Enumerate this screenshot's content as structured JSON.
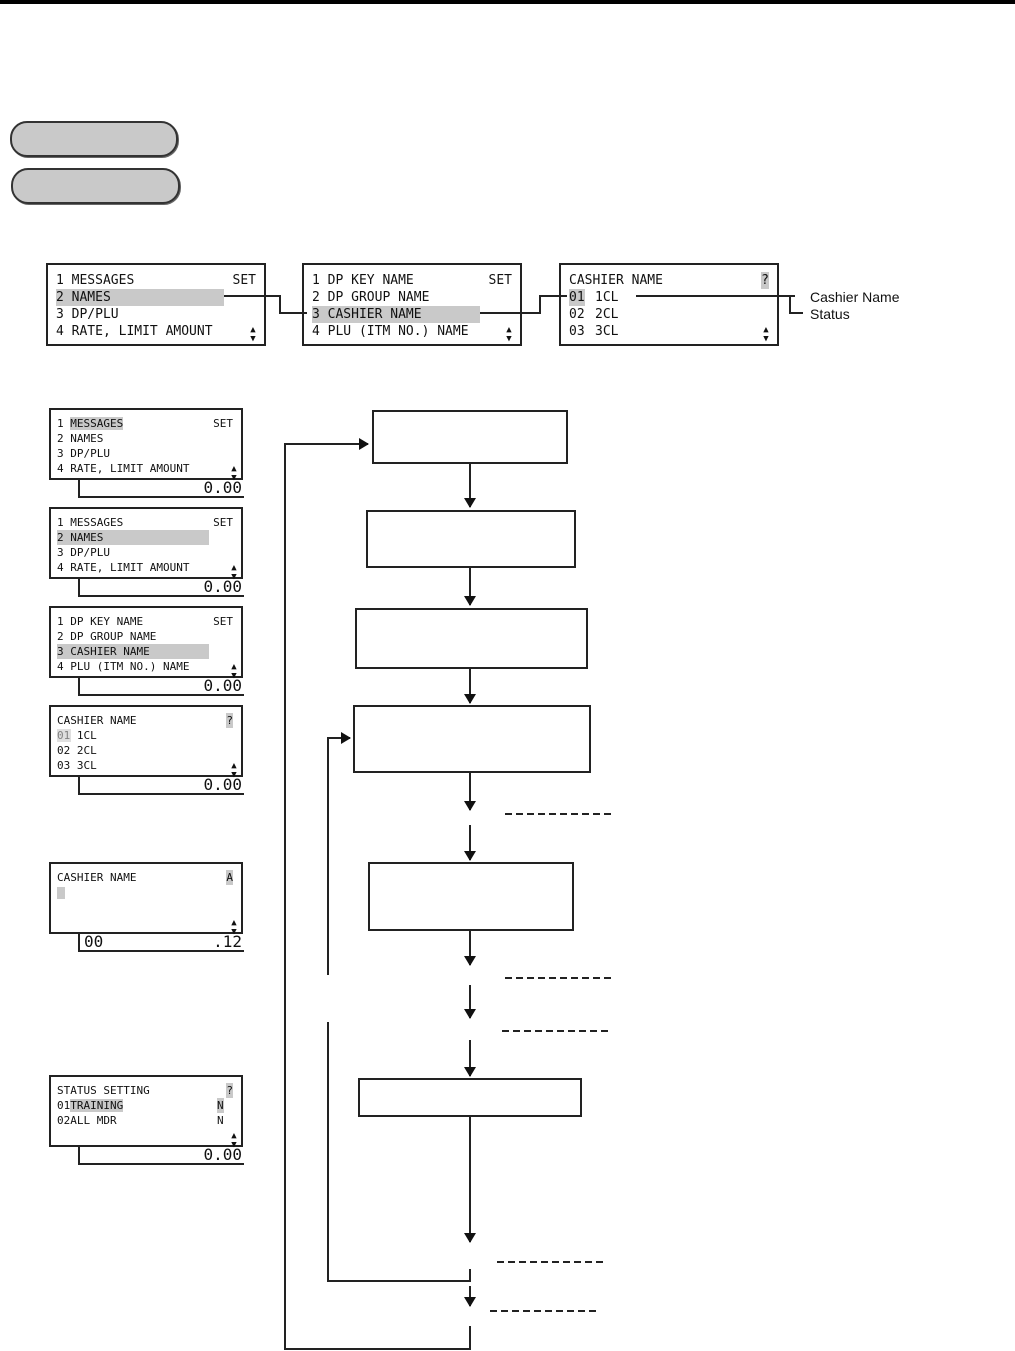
{
  "top_menu": {
    "panel1": {
      "lines": [
        "1 MESSAGES",
        "2 NAMES",
        "3 DP/PLU",
        "4 RATE, LIMIT AMOUNT"
      ],
      "tag": "SET",
      "highlight_index": 1
    },
    "panel2": {
      "lines": [
        "1 DP KEY NAME",
        "2 DP GROUP NAME",
        "3 CASHIER NAME",
        "4 PLU (ITM NO.) NAME"
      ],
      "tag": "SET",
      "highlight_index": 2
    },
    "panel3": {
      "title": "CASHIER NAME",
      "tag": "?",
      "rows": [
        {
          "num": "01",
          "name": "1CL"
        },
        {
          "num": "02",
          "name": "2CL"
        },
        {
          "num": "03",
          "name": "3CL"
        }
      ]
    },
    "callouts": {
      "cashier_name": "Cashier Name",
      "status": "Status"
    }
  },
  "screens": [
    {
      "lines": [
        "1 MESSAGES",
        "2 NAMES",
        "3 DP/PLU",
        "4 RATE, LIMIT AMOUNT"
      ],
      "tag": "SET",
      "highlight_index": 0,
      "amount": "0.00"
    },
    {
      "lines": [
        "1 MESSAGES",
        "2 NAMES",
        "3 DP/PLU",
        "4 RATE, LIMIT AMOUNT"
      ],
      "tag": "SET",
      "highlight_index": 1,
      "amount": "0.00"
    },
    {
      "lines": [
        "1 DP KEY NAME",
        "2 DP GROUP NAME",
        "3 CASHIER NAME",
        "4 PLU (ITM NO.) NAME"
      ],
      "tag": "SET",
      "highlight_index": 2,
      "amount": "0.00"
    },
    {
      "title": "CASHIER NAME",
      "tag": "?",
      "rows": [
        "01 1CL",
        "02 2CL",
        "03 3CL"
      ],
      "amount": "0.00"
    },
    {
      "title": "CASHIER NAME",
      "tag": "A",
      "amount_left": "00",
      "amount": ".12"
    },
    {
      "title": "STATUS SETTING",
      "tag": "?",
      "rows": [
        {
          "num": "01",
          "label": "TRAINING",
          "value": "N"
        },
        {
          "num": "02",
          "label": "ALL MDR",
          "value": "N"
        }
      ],
      "amount": "0.00"
    }
  ],
  "colors": {
    "highlight": "#c9c9c9",
    "pill": "#c9c9c9",
    "line": "#222222"
  }
}
